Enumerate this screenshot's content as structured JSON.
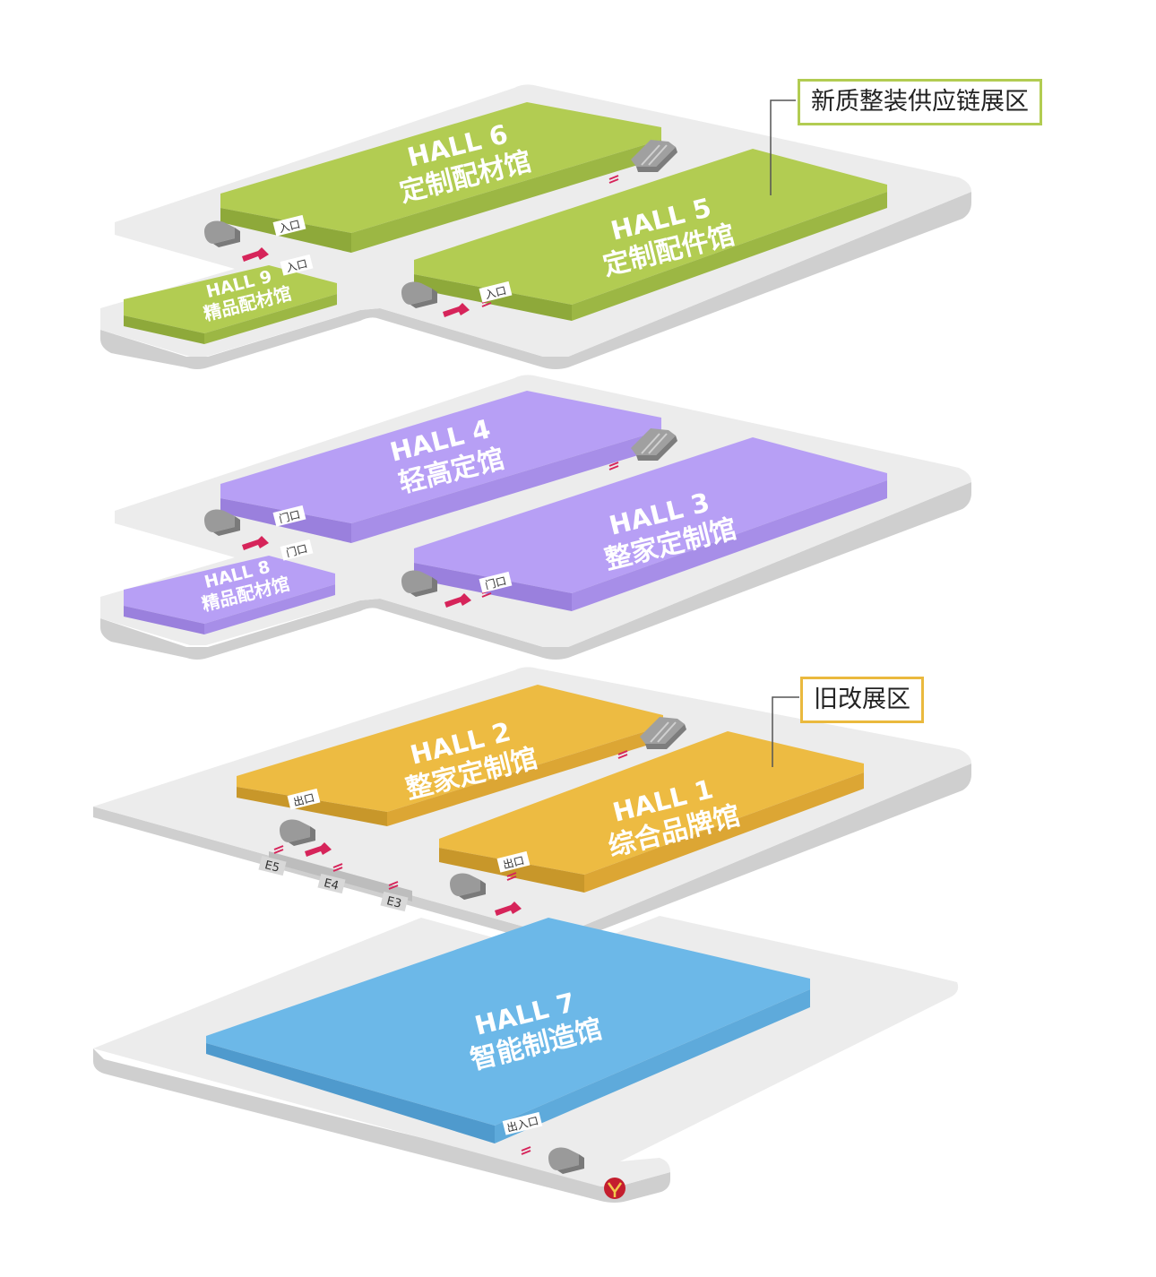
{
  "zones": [
    {
      "label": "新质整装供应链展区",
      "color": "#b2cc52"
    },
    {
      "label": "旧改展区",
      "color": "#eab93e"
    }
  ],
  "colors": {
    "green": "#b2cc52",
    "purple": "#b79ff5",
    "gold": "#edbb42",
    "blue": "#6cb8e8",
    "floor": "#ececec",
    "floor_side": "#cfcfcf",
    "arrow": "#d6245a"
  },
  "halls": [
    {
      "id": "hall6",
      "code": "HALL 6",
      "name": "定制配材馆"
    },
    {
      "id": "hall5",
      "code": "HALL 5",
      "name": "定制配件馆"
    },
    {
      "id": "hall9",
      "code": "HALL 9",
      "name": "精品配材馆"
    },
    {
      "id": "hall4",
      "code": "HALL 4",
      "name": "轻高定馆"
    },
    {
      "id": "hall3",
      "code": "HALL 3",
      "name": "整家定制馆"
    },
    {
      "id": "hall8",
      "code": "HALL 8",
      "name": "精品配材馆"
    },
    {
      "id": "hall2",
      "code": "HALL 2",
      "name": "整家定制馆"
    },
    {
      "id": "hall1",
      "code": "HALL 1",
      "name": "综合品牌馆"
    },
    {
      "id": "hall7",
      "code": "HALL 7",
      "name": "智能制造馆"
    }
  ],
  "doors": {
    "entrance": "入口",
    "gate": "门口",
    "exit": "出口",
    "exit_entrance": "出入口"
  },
  "gates": [
    "E5",
    "E4",
    "E3"
  ],
  "icons": [
    "escalator-icon",
    "arrow-icon",
    "logo-icon"
  ]
}
